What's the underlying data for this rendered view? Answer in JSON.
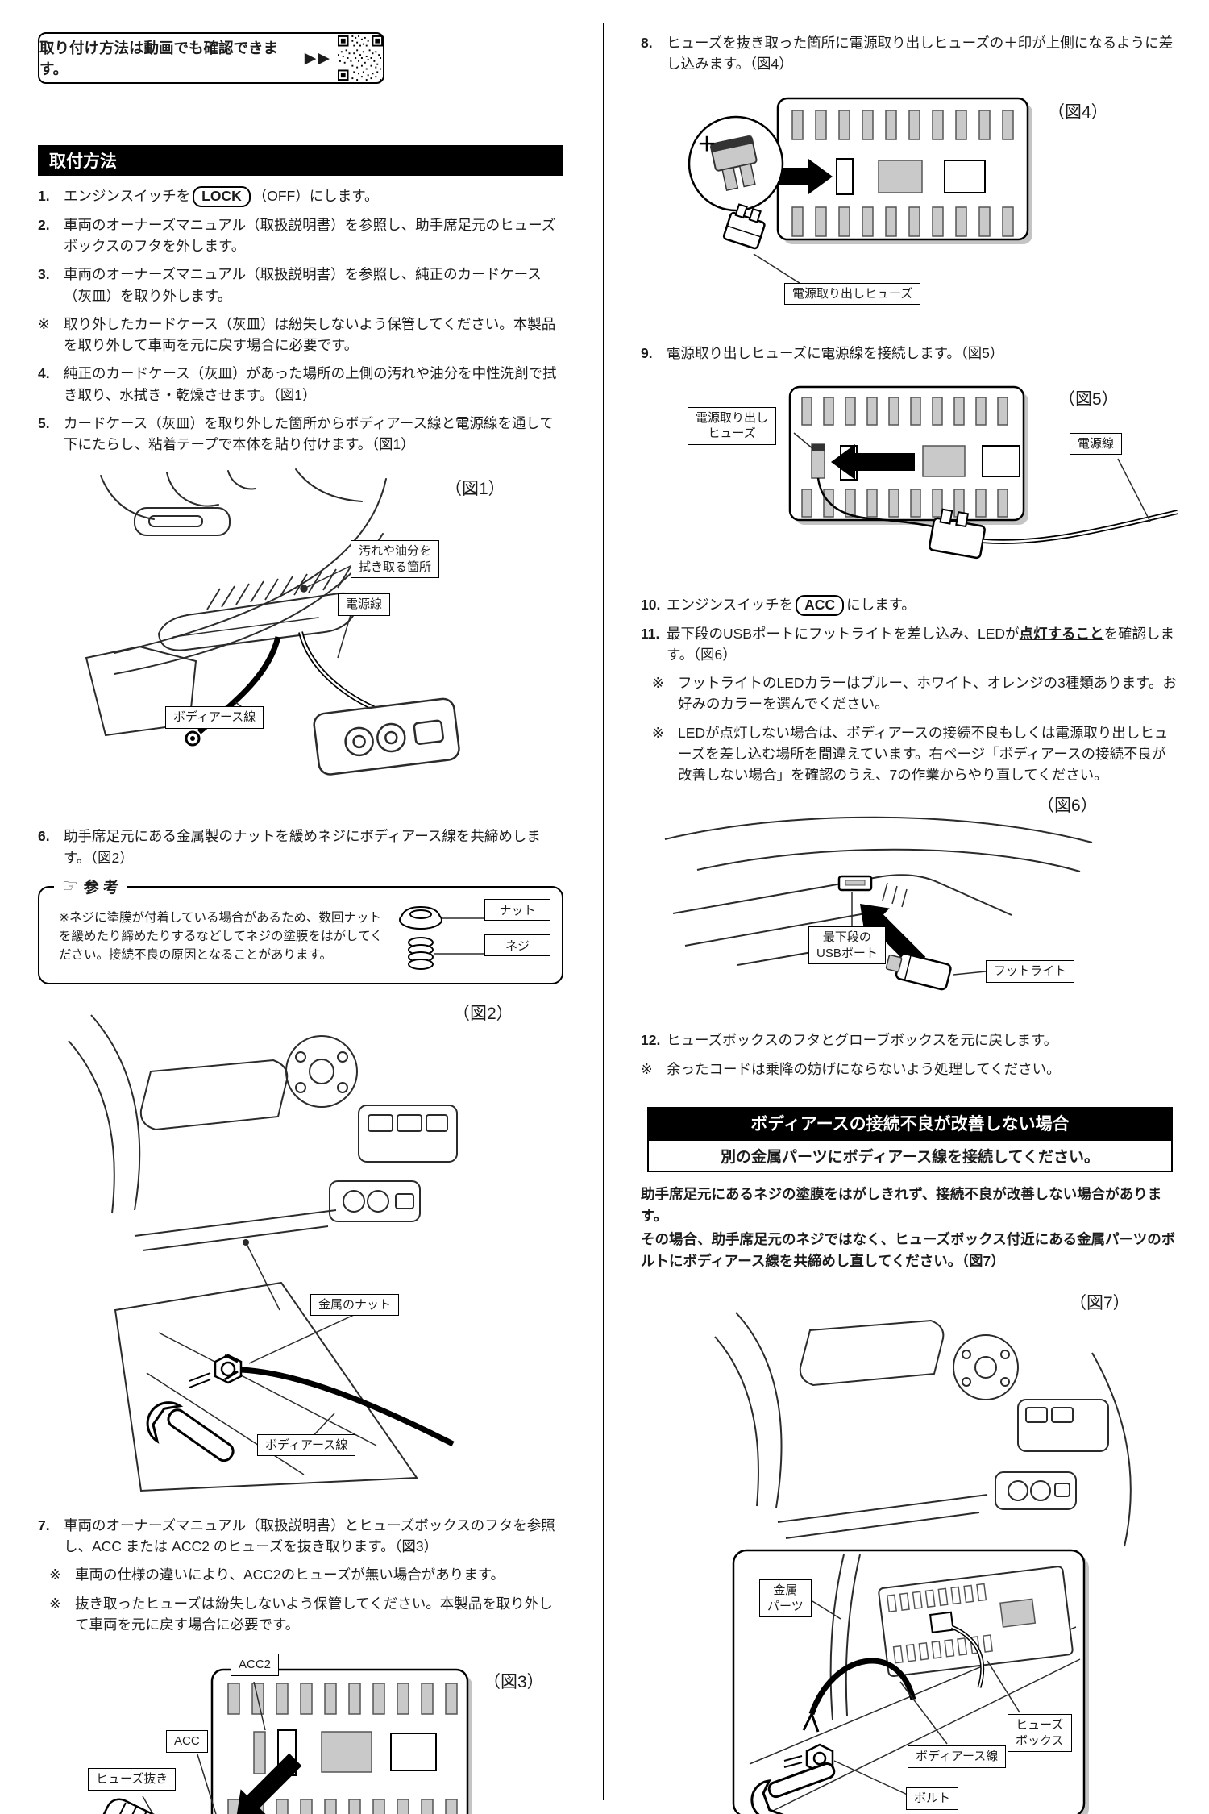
{
  "left": {
    "banner_text": "取り付け方法は動画でも確認できます。",
    "banner_arrows": "▶▶",
    "section_title": "取付方法",
    "step1": {
      "num": "1.",
      "pre": "エンジンスイッチを",
      "key": "LOCK",
      "post": "（OFF）にします。"
    },
    "step2": {
      "num": "2.",
      "text": "車両のオーナーズマニュアル（取扱説明書）を参照し、助手席足元のヒューズボックスのフタを外します。"
    },
    "step3": {
      "num": "3.",
      "text": "車両のオーナーズマニュアル（取扱説明書）を参照し、純正のカードケース（灰皿）を取り外します。"
    },
    "note3": {
      "mark": "※",
      "text": "取り外したカードケース（灰皿）は紛失しないよう保管してください。本製品を取り外して車両を元に戻す場合に必要です。"
    },
    "step4": {
      "num": "4.",
      "text": "純正のカードケース（灰皿）があった場所の上側の汚れや油分を中性洗剤で拭き取り、水拭き・乾燥させます。（図1）"
    },
    "step5": {
      "num": "5.",
      "text": "カードケース（灰皿）を取り外した箇所からボディアース線と電源線を通して下にたらし、粘着テープで本体を貼り付けます。（図1）"
    },
    "fig1": {
      "label": "（図1）",
      "wipe": "汚れや油分を\n拭き取る箇所",
      "power": "電源線",
      "ground": "ボディアース線"
    },
    "step6": {
      "num": "6.",
      "text": "助手席足元にある金属製のナットを緩めネジにボディアース線を共締めします。（図2）"
    },
    "ref": {
      "icon": "☞",
      "title": "参 考",
      "text": "※ネジに塗膜が付着している場合があるため、数回ナットを緩めたり締めたりするなどしてネジの塗膜をはがしてください。接続不良の原因となることがあります。",
      "nut": "ナット",
      "screw": "ネジ"
    },
    "fig2": {
      "label": "（図2）",
      "nut": "金属のナット",
      "ground": "ボディアース線"
    },
    "step7": {
      "num": "7.",
      "text": "車両のオーナーズマニュアル（取扱説明書）とヒューズボックスのフタを参照し、ACC または ACC2 のヒューズを抜き取ります。（図3）"
    },
    "note7a": {
      "mark": "※",
      "text": "車両の仕様の違いにより、ACC2のヒューズが無い場合があります。"
    },
    "note7b": {
      "mark": "※",
      "text": "抜き取ったヒューズは紛失しないよう保管してください。本製品を取り外して車両を元に戻す場合に必要です。"
    },
    "fig3": {
      "label": "（図3）",
      "acc2": "ACC2",
      "acc": "ACC",
      "puller": "ヒューズ抜き"
    }
  },
  "right": {
    "step8": {
      "num": "8.",
      "text": "ヒューズを抜き取った箇所に電源取り出しヒューズの＋印が上側になるように差し込みます。（図4）"
    },
    "fig4": {
      "label": "（図4）",
      "fuse": "電源取り出しヒューズ",
      "plus": "＋"
    },
    "step9": {
      "num": "9.",
      "text": "電源取り出しヒューズに電源線を接続します。（図5）"
    },
    "fig5": {
      "label": "（図5）",
      "fuse": "電源取り出し\nヒューズ",
      "power": "電源線"
    },
    "step10": {
      "num": "10.",
      "pre": "エンジンスイッチを",
      "key": "ACC",
      "post": "にします。"
    },
    "step11": {
      "num": "11.",
      "pre": "最下段のUSBポートにフットライトを差し込み、LEDが",
      "em": "点灯すること",
      "post": "を確認します。（図6）"
    },
    "note11a": {
      "mark": "※",
      "text": "フットライトのLEDカラーはブルー、ホワイト、オレンジの3種類あります。お好みのカラーを選んでください。"
    },
    "note11b": {
      "mark": "※",
      "text": "LEDが点灯しない場合は、ボディアースの接続不良もしくは電源取り出しヒューズを差し込む場所を間違えています。右ページ「ボディアースの接続不良が改善しない場合」を確認のうえ、7の作業からやり直してください。"
    },
    "fig6": {
      "label": "（図6）",
      "usb": "最下段の\nUSBポート",
      "light": "フットライト"
    },
    "step12": {
      "num": "12.",
      "text": "ヒューズボックスのフタとグローブボックスを元に戻します。"
    },
    "note12": {
      "mark": "※",
      "text": "余ったコードは乗降の妨げにならないよう処理してください。"
    },
    "fix": {
      "header": "ボディアースの接続不良が改善しない場合",
      "subheader": "別の金属パーツにボディアース線を接続してください。",
      "para1": "助手席足元にあるネジの塗膜をはがしきれず、接続不良が改善しない場合があります。",
      "para2": "その場合、助手席足元のネジではなく、ヒューズボックス付近にある金属パーツのボルトにボディアース線を共締めし直してください。（図7）"
    },
    "fig7": {
      "label": "（図7）",
      "metal": "金属\nパーツ",
      "ground": "ボディアース線",
      "fusebox": "ヒューズ\nボックス",
      "bolt": "ボルト"
    }
  }
}
